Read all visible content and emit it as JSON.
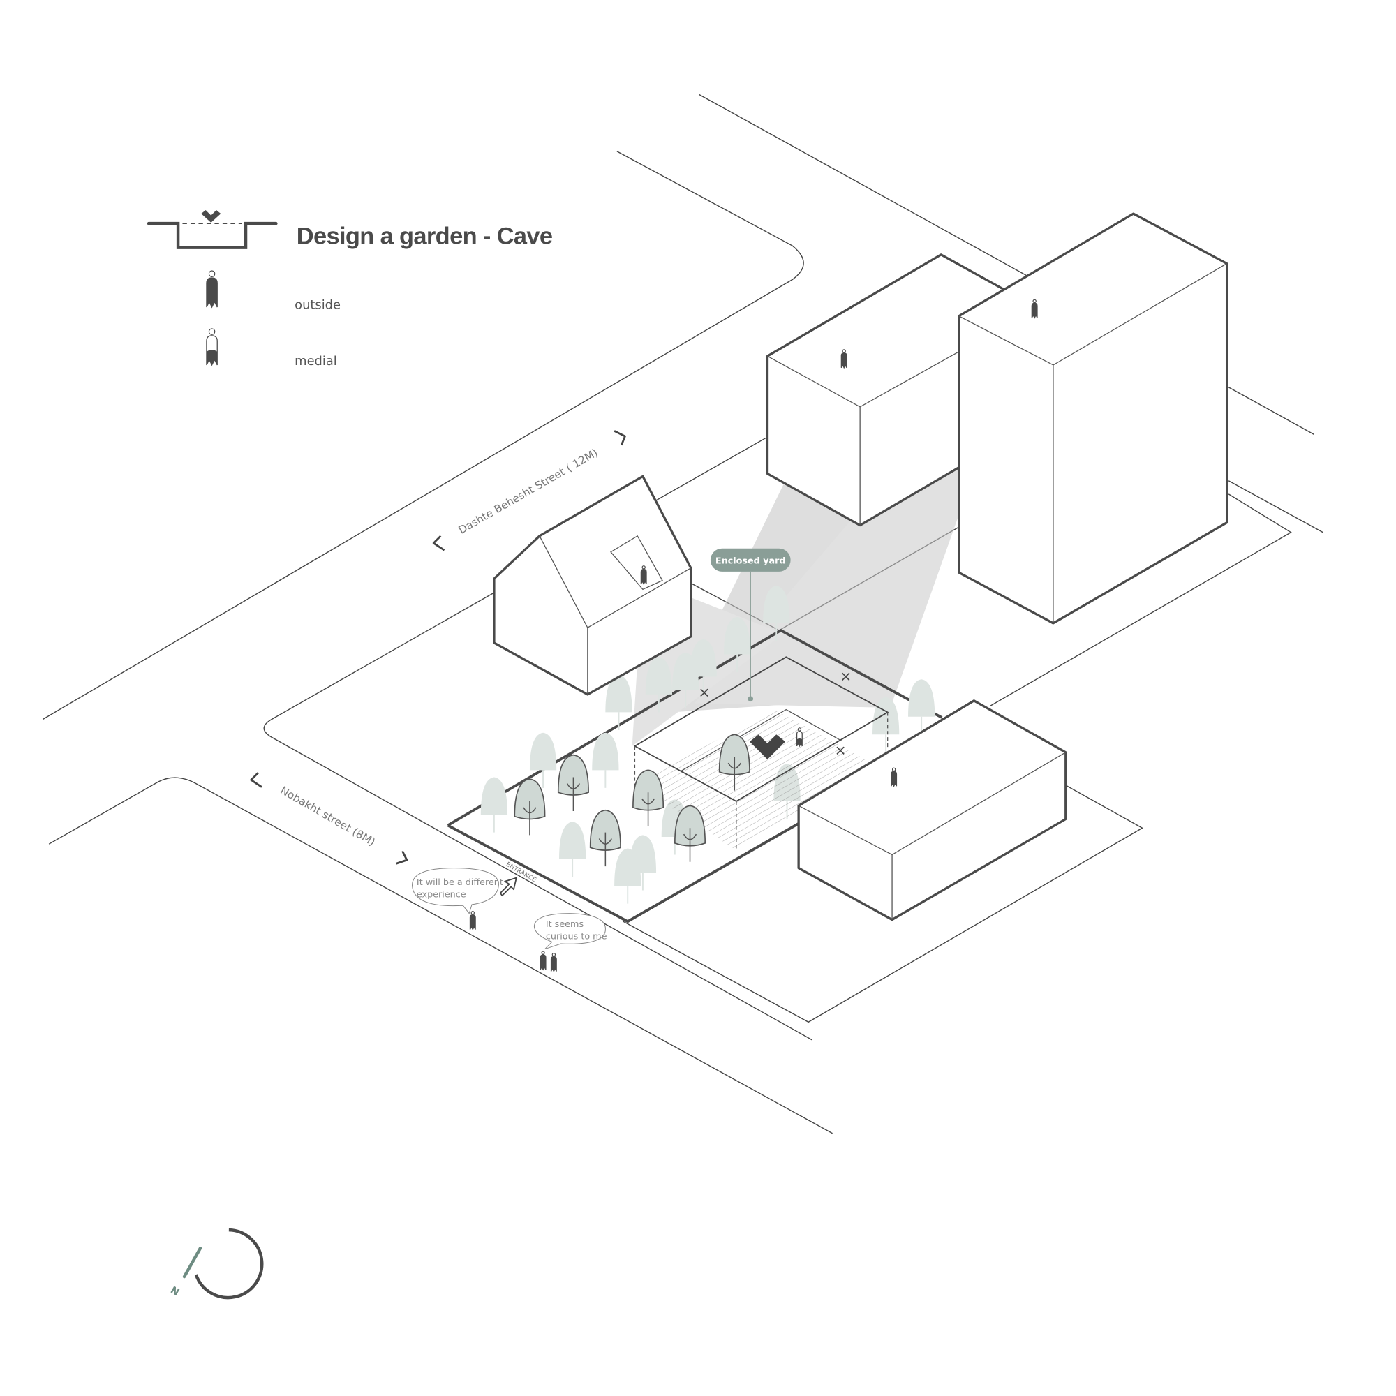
{
  "title": "Design a garden - Cave",
  "legend": {
    "items": [
      {
        "label": "outside",
        "icon": "person-filled-icon"
      },
      {
        "label": "medial",
        "icon": "person-hollow-icon"
      }
    ]
  },
  "streets": {
    "main": "Dashte Behesht Street ( 12M)",
    "side": "Nobakht street (8M)"
  },
  "badge": {
    "label": "Enclosed yard",
    "color": "#8a9e97"
  },
  "entrance": "ENTRANCE",
  "bubbles": [
    {
      "line1": "It will be a different",
      "line2": "experience"
    },
    {
      "line1": "It seems",
      "line2": "curious to me"
    }
  ],
  "compass": {
    "label": "N",
    "color": "#6e8c82"
  },
  "colors": {
    "line": "#4a4a4a",
    "tree": "#dde4e1",
    "tree_outline": "#cfd8d4",
    "cone": "#bdbdbd"
  }
}
